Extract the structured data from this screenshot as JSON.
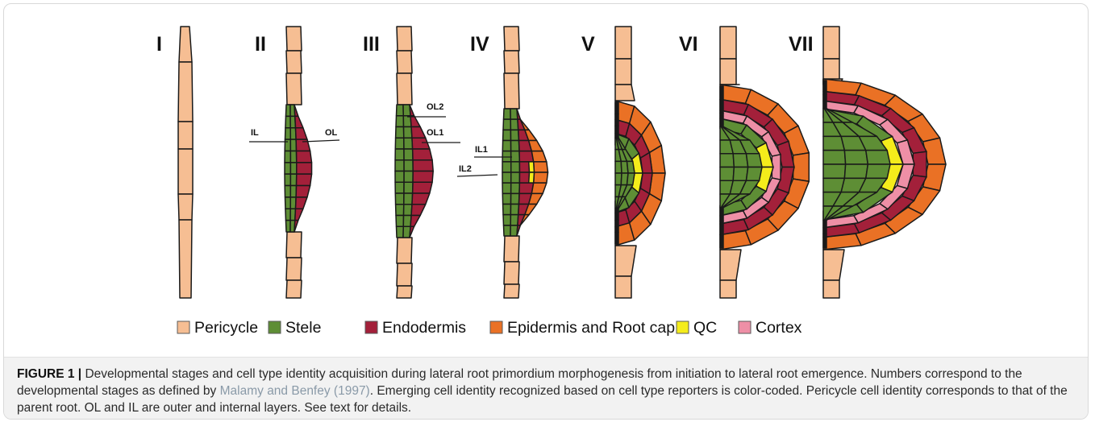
{
  "figure": {
    "stages": [
      "I",
      "II",
      "III",
      "IV",
      "V",
      "VI",
      "VII"
    ],
    "layer_labels": {
      "II": [
        "IL",
        "OL"
      ],
      "III": [
        "OL2",
        "OL1"
      ],
      "IV": [
        "IL1",
        "IL2"
      ]
    },
    "legend": [
      {
        "label": "Pericycle",
        "color": "#F6BE93"
      },
      {
        "label": "Stele",
        "color": "#5E8E35"
      },
      {
        "label": "Endodermis",
        "color": "#A3203A"
      },
      {
        "label": "Epidermis and Root cap",
        "color": "#EA7125"
      },
      {
        "label": "QC",
        "color": "#F4EC1B"
      },
      {
        "label": "Cortex",
        "color": "#EE8FA6"
      }
    ]
  },
  "caption": {
    "label": "FIGURE 1 |",
    "text_before_ref": " Developmental stages and cell type identity acquisition during lateral root primordium morphogenesis from initiation to lateral root emergence. Numbers correspond to the developmental stages as defined by ",
    "ref": "Malamy and Benfey (1997)",
    "text_after_ref": ". Emerging cell identity recognized based on cell type reporters is color-coded. Pericycle cell identity corresponds to that of the parent root. OL and IL are outer and internal layers. See text for details."
  }
}
